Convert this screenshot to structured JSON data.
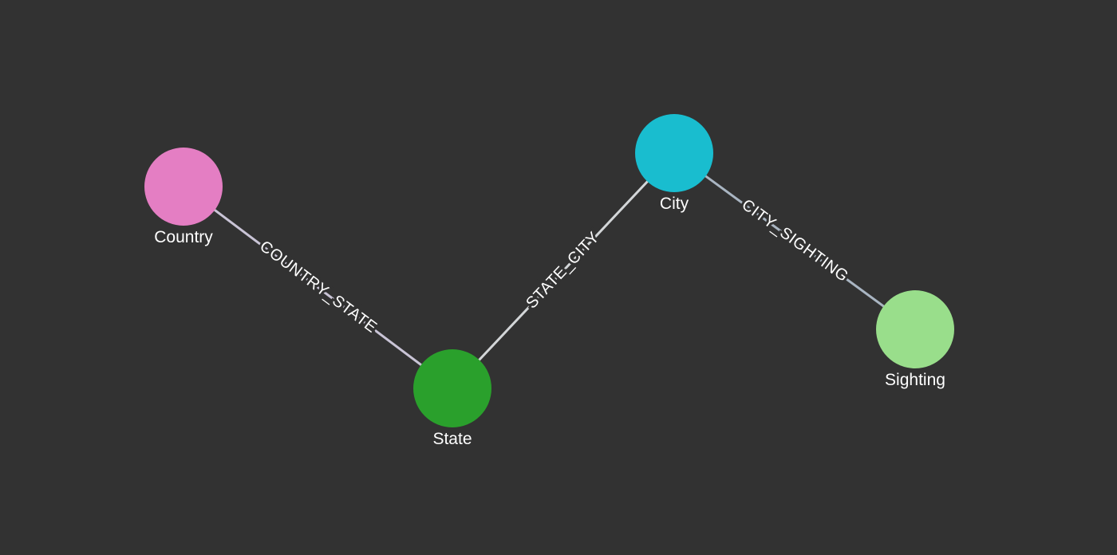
{
  "diagram": {
    "background": "#323232",
    "nodes": [
      {
        "id": "country",
        "label": "Country",
        "color": "#e47ec3"
      },
      {
        "id": "state",
        "label": "State",
        "color": "#2aa02c"
      },
      {
        "id": "city",
        "label": "City",
        "color": "#19bdcf"
      },
      {
        "id": "sighting",
        "label": "Sighting",
        "color": "#99de8b"
      }
    ],
    "edges": [
      {
        "from": "country",
        "to": "state",
        "label": "COUNTRY_STATE",
        "color": "#c9c4d6"
      },
      {
        "from": "state",
        "to": "city",
        "label": "STATE_CITY",
        "color": "#d3d6d8"
      },
      {
        "from": "city",
        "to": "sighting",
        "label": "CITY_SIGHTING",
        "color": "#a9b5c2"
      }
    ]
  }
}
